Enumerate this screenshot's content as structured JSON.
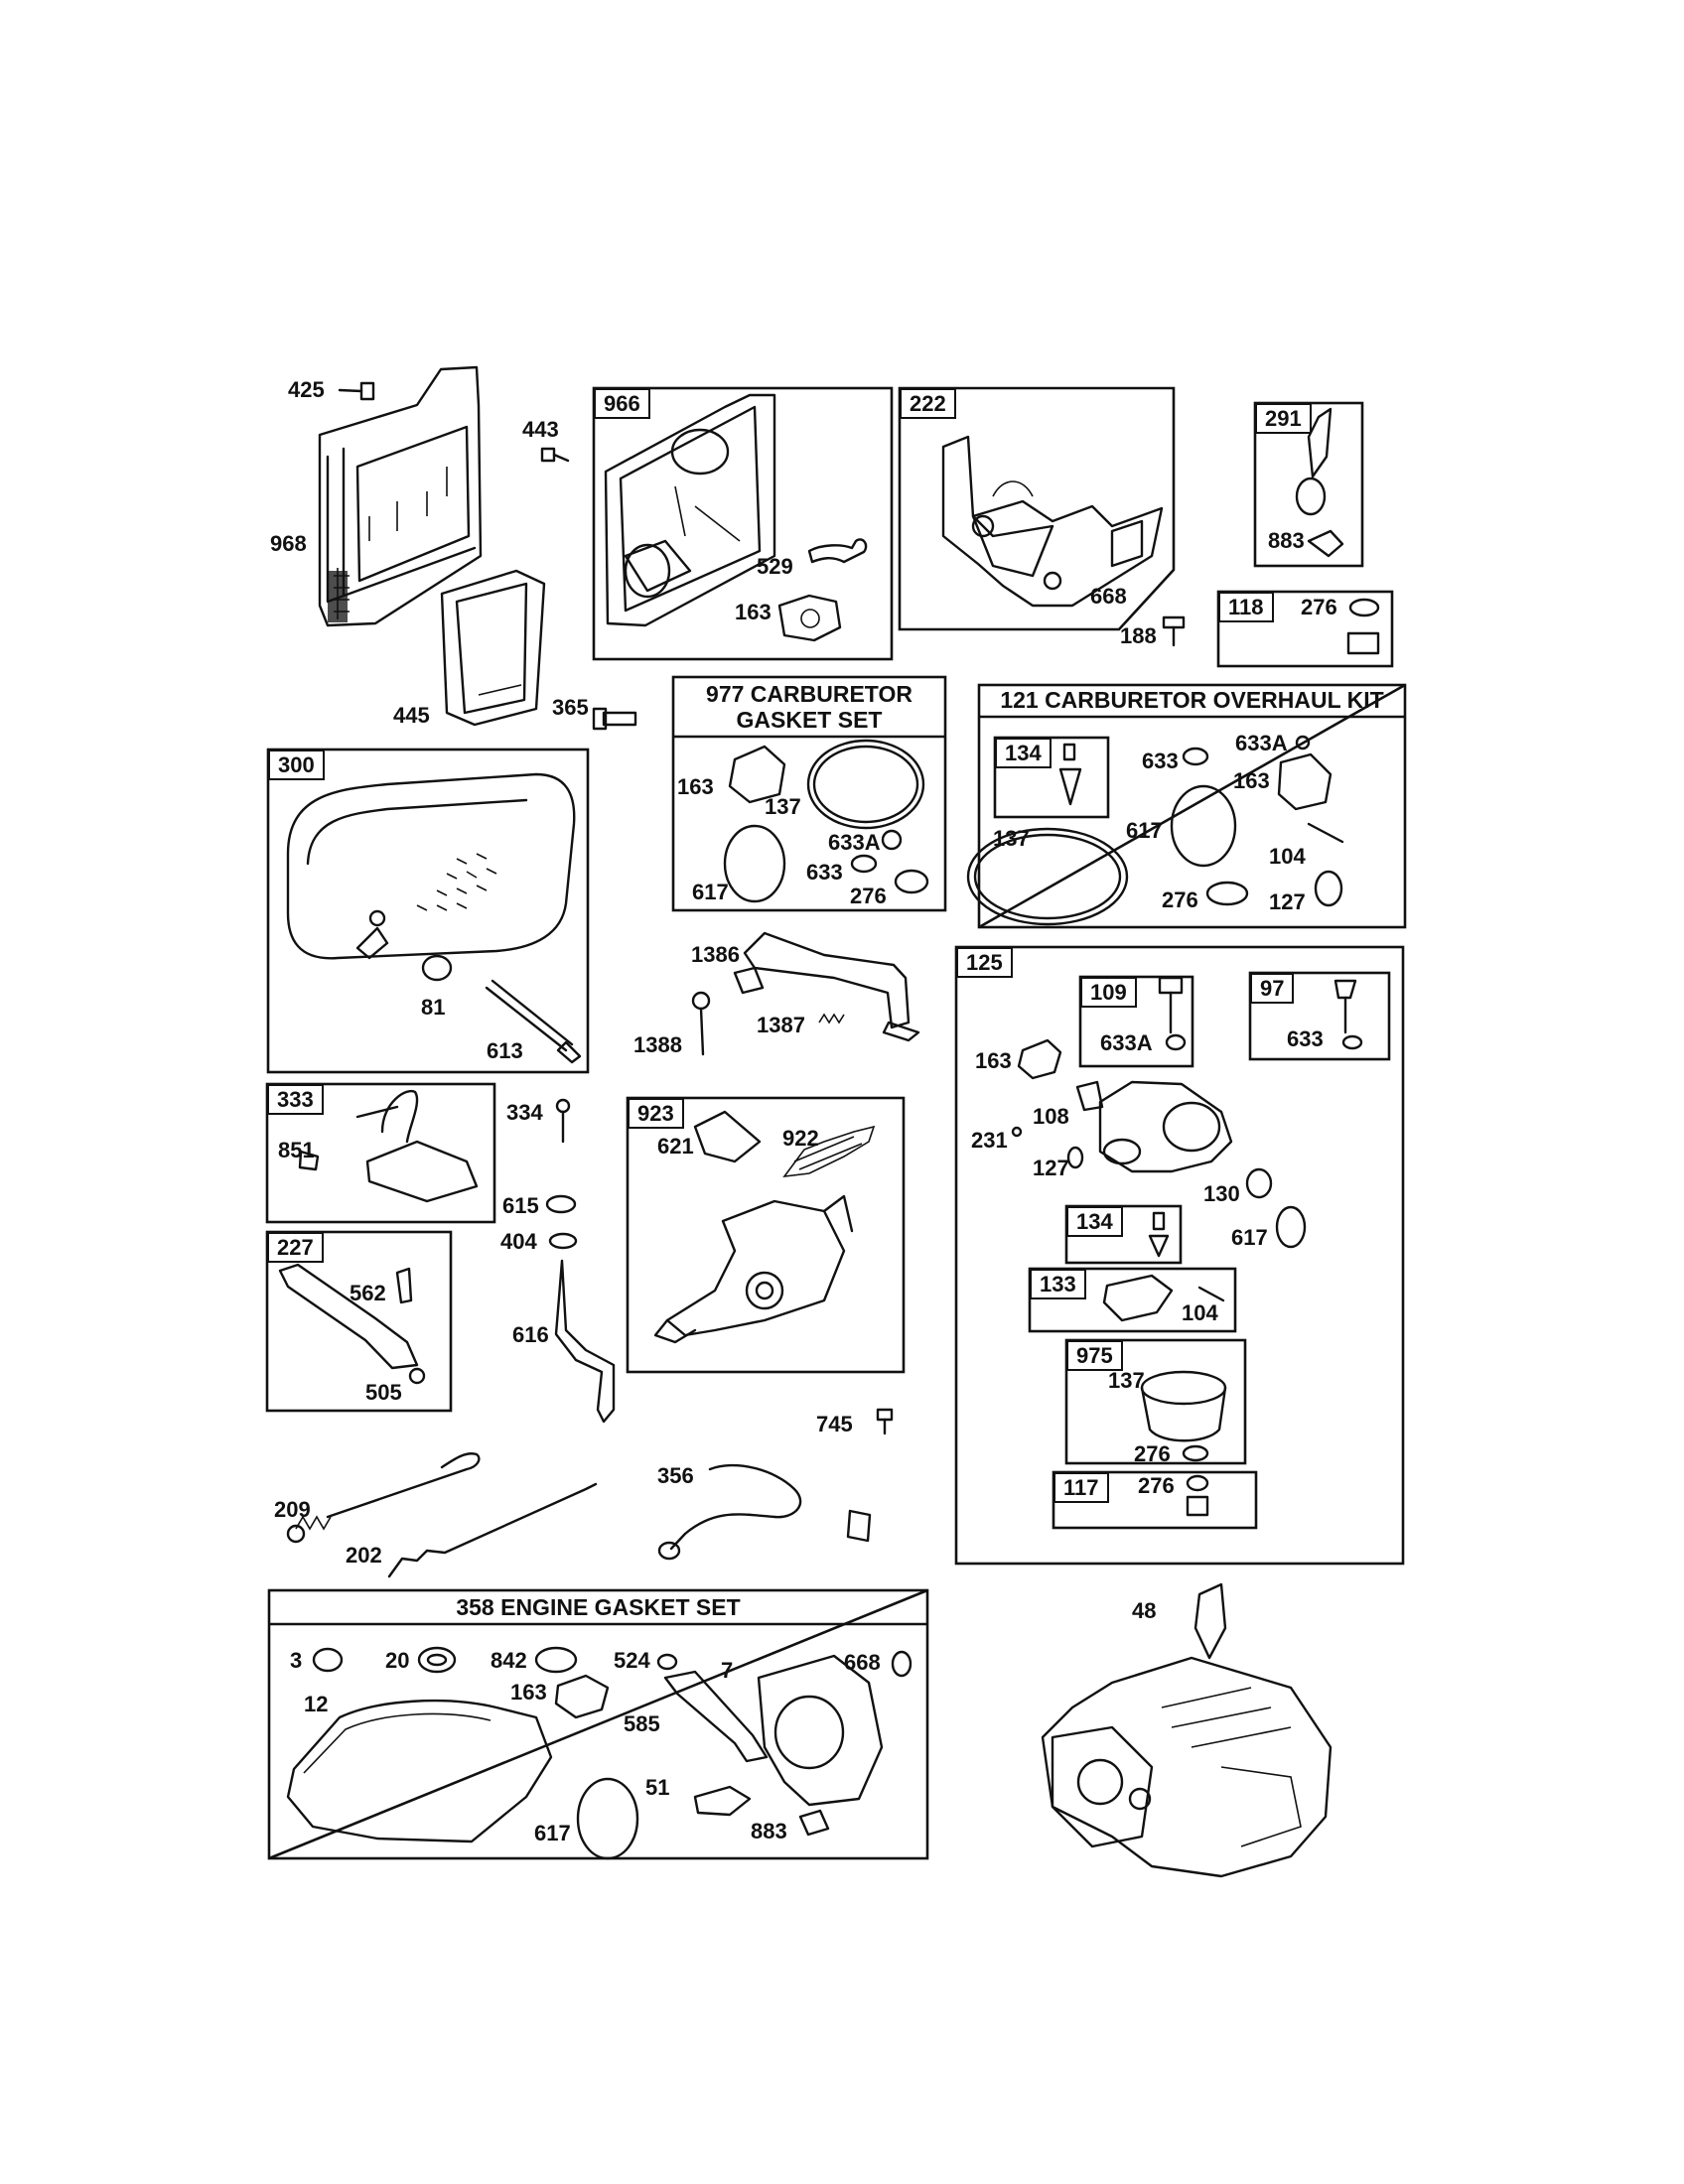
{
  "groups": {
    "g966": "966",
    "g222": "222",
    "g291": "291",
    "g118": "118",
    "g300": "300",
    "g333": "333",
    "g227": "227",
    "g923": "923",
    "g125": "125",
    "g134a": "134",
    "g109": "109",
    "g97": "97",
    "g134b": "134",
    "g133": "133",
    "g975": "975",
    "g117": "117"
  },
  "kits": {
    "k977_line1": "977 CARBURETOR",
    "k977_line2": "GASKET SET",
    "k121": "121 CARBURETOR OVERHAUL KIT",
    "k358": "358 ENGINE GASKET SET"
  },
  "callouts": {
    "c425": "425",
    "c443": "443",
    "c968": "968",
    "c445": "445",
    "c365": "365",
    "c529": "529",
    "c163a": "163",
    "c668a": "668",
    "c188": "188",
    "c883a": "883",
    "c276a": "276",
    "c163b": "163",
    "c137a": "137",
    "c633Aa": "633A",
    "c617a": "617",
    "c633a": "633",
    "c276b": "276",
    "c633b": "633",
    "c633Ab": "633A",
    "c163c": "163",
    "c617b": "617",
    "c137b": "137",
    "c104a": "104",
    "c276c": "276",
    "c127a": "127",
    "c81": "81",
    "c613": "613",
    "c1386": "1386",
    "c1387": "1387",
    "c1388": "1388",
    "c851": "851",
    "c334": "334",
    "c615": "615",
    "c404": "404",
    "c562": "562",
    "c505": "505",
    "c616": "616",
    "c621": "621",
    "c922": "922",
    "c745": "745",
    "c633Ac": "633A",
    "c633c": "633",
    "c163d": "163",
    "c108": "108",
    "c231": "231",
    "c127b": "127",
    "c130": "130",
    "c617c": "617",
    "c104b": "104",
    "c137c": "137",
    "c276d": "276",
    "c276e": "276",
    "c209": "209",
    "c202": "202",
    "c356": "356",
    "c48": "48",
    "c3": "3",
    "c20": "20",
    "c842": "842",
    "c524": "524",
    "c668b": "668",
    "c12": "12",
    "c163e": "163",
    "c7": "7",
    "c585": "585",
    "c51": "51",
    "c617d": "617",
    "c883b": "883"
  }
}
